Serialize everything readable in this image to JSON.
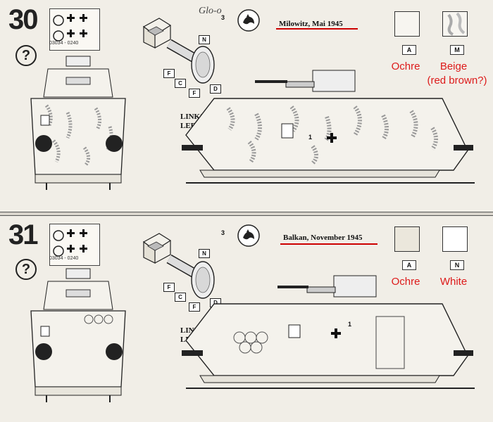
{
  "panels": [
    {
      "number": "30",
      "help_mark": "?",
      "decal_code": "03034 - 0240",
      "location": "Milowitz, Mai 1945",
      "signature": "Glo-o",
      "side_label_line1": "LINKS",
      "side_label_line2": "LEFT",
      "marker_number": "1",
      "detail_number": "3",
      "detail_callouts": [
        "N",
        "F",
        "C",
        "F",
        "D"
      ],
      "colors": [
        {
          "code": "A",
          "name": "Ochre",
          "hex": "#ece6d3"
        },
        {
          "code": "M",
          "name": "Beige",
          "note": "(red brown?)",
          "hex": "#d8d0c0"
        }
      ]
    },
    {
      "number": "31",
      "help_mark": "?",
      "decal_code": "03034 - 0240",
      "location": "Balkan, November 1945",
      "side_label_line1": "LINKS",
      "side_label_line2": "LEFT",
      "marker_number": "1",
      "detail_number": "3",
      "detail_callouts": [
        "N",
        "F",
        "C",
        "F",
        "D"
      ],
      "colors": [
        {
          "code": "A",
          "name": "Ochre",
          "hex": "#ece6d3"
        },
        {
          "code": "N",
          "name": "White",
          "hex": "#ffffff"
        }
      ]
    }
  ]
}
